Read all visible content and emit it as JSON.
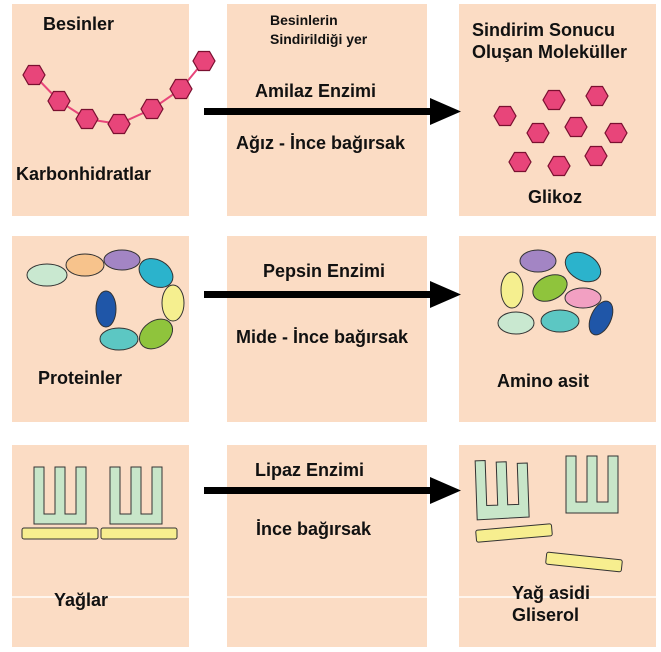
{
  "header": {
    "left_title": "Besinler",
    "middle_title_line1": "Besinlerin",
    "middle_title_line2": "Sindirildiği yer",
    "right_title_line1": "Sindirim Sonucu",
    "right_title_line2": "Oluşan Moleküller"
  },
  "rows": [
    {
      "food": "Karbonhidratlar",
      "enzyme": "Amilaz  Enzimi",
      "place": "Ağız - İnce bağırsak",
      "result_line1": "Glikoz",
      "result_line2": ""
    },
    {
      "food": "Proteinler",
      "enzyme": "Pepsin Enzimi",
      "place": "Mide - İnce bağırsak",
      "result_line1": "Amino asit",
      "result_line2": ""
    },
    {
      "food": "Yağlar",
      "enzyme": "Lipaz Enzimi",
      "place": "İnce bağırsak",
      "result_line1": "Yağ asidi",
      "result_line2": "Gliserol"
    }
  ],
  "colors": {
    "panel_bg": "#fbdcc4",
    "hexagon": "#e8457a",
    "fatty_acid": "#c8e6c9",
    "glycerol": "#f7ee8f",
    "arrow": "#000000"
  }
}
